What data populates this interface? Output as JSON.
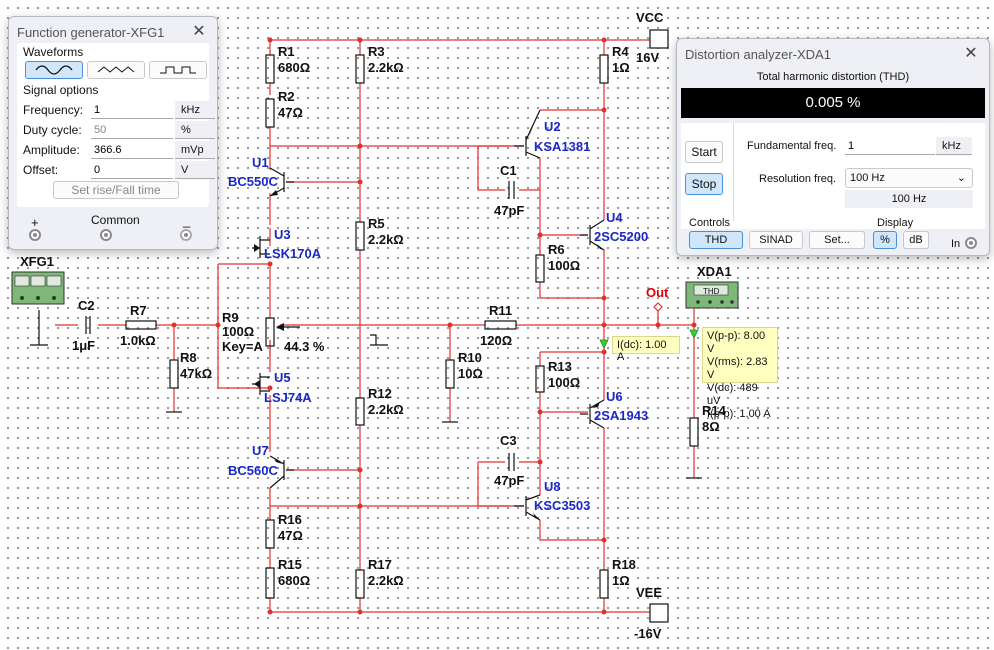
{
  "function_generator": {
    "title": "Function generator-XFG1",
    "close": "✕",
    "waveforms_label": "Waveforms",
    "waveforms": [
      "sine",
      "triangle",
      "square"
    ],
    "selected_waveform": "sine",
    "signal_options_label": "Signal options",
    "rows": [
      {
        "label": "Frequency:",
        "value": "1",
        "unit": "kHz",
        "disabled": false
      },
      {
        "label": "Duty cycle:",
        "value": "50",
        "unit": "%",
        "disabled": true
      },
      {
        "label": "Amplitude:",
        "value": "366.6",
        "unit": "mVp",
        "disabled": false
      },
      {
        "label": "Offset:",
        "value": "0",
        "unit": "V",
        "disabled": false
      }
    ],
    "set_rise_fall": "Set rise/Fall time",
    "plus": "+",
    "common": "Common",
    "minus": "_"
  },
  "distortion_analyzer": {
    "title": "Distortion analyzer-XDA1",
    "close": "✕",
    "thd_header": "Total harmonic distortion (THD)",
    "display_value": "0.005 %",
    "start": "Start",
    "stop": "Stop",
    "fundamental_label": "Fundamental freq.",
    "fundamental_value": "1",
    "fundamental_unit": "kHz",
    "resolution_label": "Resolution freq.",
    "resolution_value": "100 Hz",
    "resolution_echo": "100 Hz",
    "controls_label": "Controls",
    "controls": [
      "THD",
      "SINAD",
      "Set..."
    ],
    "display_label": "Display",
    "display_modes": [
      "%",
      "dB"
    ],
    "in_label": "In"
  },
  "schematic": {
    "vcc": {
      "name": "VCC",
      "value": "16V"
    },
    "vee": {
      "name": "VEE",
      "value": "-16V"
    },
    "xfg_label": "XFG1",
    "xda_label": "XDA1",
    "xda_inner": "THD",
    "out_label": "Out",
    "resistors": [
      {
        "name": "R1",
        "value": "680Ω"
      },
      {
        "name": "R2",
        "value": "47Ω"
      },
      {
        "name": "R3",
        "value": "2.2kΩ"
      },
      {
        "name": "R4",
        "value": "1Ω"
      },
      {
        "name": "R5",
        "value": "2.2kΩ"
      },
      {
        "name": "R6",
        "value": "100Ω"
      },
      {
        "name": "R7",
        "value": "1.0kΩ"
      },
      {
        "name": "R8",
        "value": "47kΩ"
      },
      {
        "name": "R10",
        "value": "10Ω"
      },
      {
        "name": "R11",
        "value": "120Ω"
      },
      {
        "name": "R12",
        "value": "2.2kΩ"
      },
      {
        "name": "R13",
        "value": "100Ω"
      },
      {
        "name": "R14",
        "value": "8Ω"
      },
      {
        "name": "R15",
        "value": "680Ω"
      },
      {
        "name": "R16",
        "value": "47Ω"
      },
      {
        "name": "R17",
        "value": "2.2kΩ"
      },
      {
        "name": "R18",
        "value": "1Ω"
      }
    ],
    "pot": {
      "name": "R9",
      "value": "100Ω",
      "key": "Key=A",
      "percent": "44.3 %"
    },
    "caps": [
      {
        "name": "C1",
        "value": "47pF"
      },
      {
        "name": "C2",
        "value": "1μF"
      },
      {
        "name": "C3",
        "value": "47pF"
      }
    ],
    "transistors": [
      {
        "name": "U1",
        "part": "BC550C"
      },
      {
        "name": "U2",
        "part": "KSA1381"
      },
      {
        "name": "U3",
        "part": "LSK170A"
      },
      {
        "name": "U4",
        "part": "2SC5200"
      },
      {
        "name": "U5",
        "part": "LSJ74A"
      },
      {
        "name": "U6",
        "part": "2SA1943"
      },
      {
        "name": "U7",
        "part": "BC560C"
      },
      {
        "name": "U8",
        "part": "KSC3503"
      }
    ],
    "current_probe": "I(dc): 1.00 A",
    "voltage_probe": [
      "V(p-p): 8.00 V",
      "V(rms): 2.83 V",
      "V(dc): 489 uV",
      "I(p-p): 1.00 A"
    ]
  }
}
